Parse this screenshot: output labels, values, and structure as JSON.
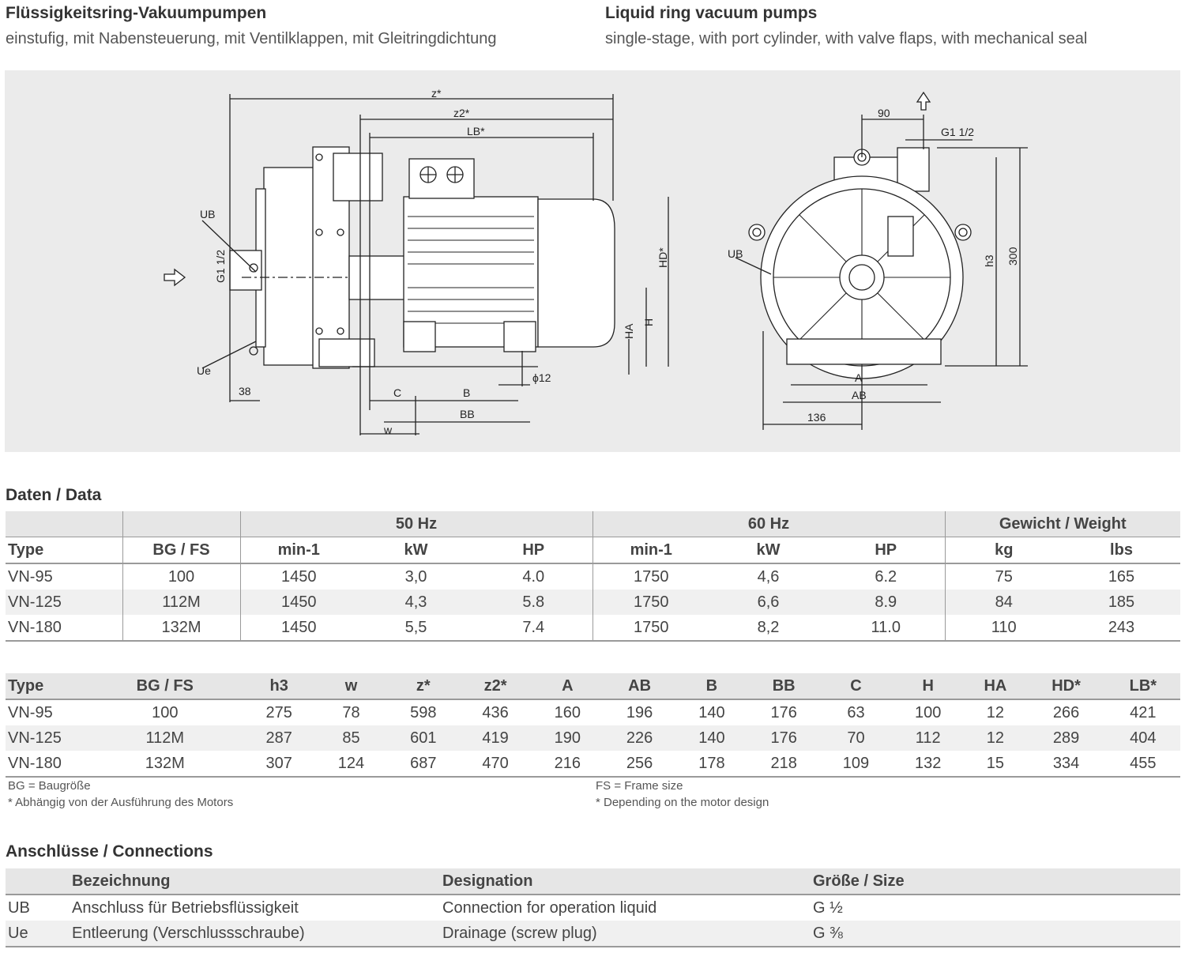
{
  "header": {
    "de_title": "Flüssigkeitsring-Vakuumpumpen",
    "de_subtitle": "einstufig, mit Nabensteuerung, mit Ventilklappen, mit Gleitringdichtung",
    "en_title": "Liquid ring vacuum pumps",
    "en_subtitle": "single-stage, with port cylinder, with valve flaps, with mechanical seal"
  },
  "drawing": {
    "side": {
      "z": "z*",
      "z2": "z2*",
      "lb": "LB*",
      "hd": "HD*",
      "h": "H",
      "ha": "HA",
      "ub": "UB",
      "ue": "Ue",
      "g": "G1 1/2",
      "d38": "38",
      "c": "C",
      "b": "B",
      "bb": "BB",
      "w": "w",
      "phi": "ϕ12"
    },
    "front": {
      "d90": "90",
      "g": "G1 1/2",
      "h3": "h3",
      "d300": "300",
      "ub": "UB",
      "a": "A",
      "ab": "AB",
      "d136": "136"
    }
  },
  "data_section": {
    "title": "Daten / Data",
    "band": {
      "hz50": "50 Hz",
      "hz60": "60 Hz",
      "weight": "Gewicht / Weight"
    },
    "columns": [
      "Type",
      "BG / FS",
      "min-1",
      "kW",
      "HP",
      "min-1",
      "kW",
      "HP",
      "kg",
      "lbs"
    ],
    "rows": [
      [
        "VN-95",
        "100",
        "1450",
        "3,0",
        "4.0",
        "1750",
        "4,6",
        "6.2",
        "75",
        "165"
      ],
      [
        "VN-125",
        "112M",
        "1450",
        "4,3",
        "5.8",
        "1750",
        "6,6",
        "8.9",
        "84",
        "185"
      ],
      [
        "VN-180",
        "132M",
        "1450",
        "5,5",
        "7.4",
        "1750",
        "8,2",
        "11.0",
        "110",
        "243"
      ]
    ]
  },
  "dims_table": {
    "columns": [
      "Type",
      "BG / FS",
      "h3",
      "w",
      "z*",
      "z2*",
      "A",
      "AB",
      "B",
      "BB",
      "C",
      "H",
      "HA",
      "HD*",
      "LB*"
    ],
    "rows": [
      [
        "VN-95",
        "100",
        "275",
        "78",
        "598",
        "436",
        "160",
        "196",
        "140",
        "176",
        "63",
        "100",
        "12",
        "266",
        "421"
      ],
      [
        "VN-125",
        "112M",
        "287",
        "85",
        "601",
        "419",
        "190",
        "226",
        "140",
        "176",
        "70",
        "112",
        "12",
        "289",
        "404"
      ],
      [
        "VN-180",
        "132M",
        "307",
        "124",
        "687",
        "470",
        "216",
        "256",
        "178",
        "218",
        "109",
        "132",
        "15",
        "334",
        "455"
      ]
    ]
  },
  "notes": {
    "bg": "BG = Baugröße",
    "motor_de": "* Abhängig von der Ausführung des Motors",
    "fs": "FS = Frame size",
    "motor_en": "* Depending on the motor design"
  },
  "connections": {
    "title": "Anschlüsse / Connections",
    "columns": [
      "",
      "Bezeichnung",
      "Designation",
      "Größe / Size"
    ],
    "rows": [
      [
        "UB",
        "Anschluss für Betriebsflüssigkeit",
        "Connection for operation liquid",
        "G ½"
      ],
      [
        "Ue",
        "Entleerung (Verschlussschraube)",
        "Drainage (screw plug)",
        "G ⅜"
      ]
    ]
  }
}
